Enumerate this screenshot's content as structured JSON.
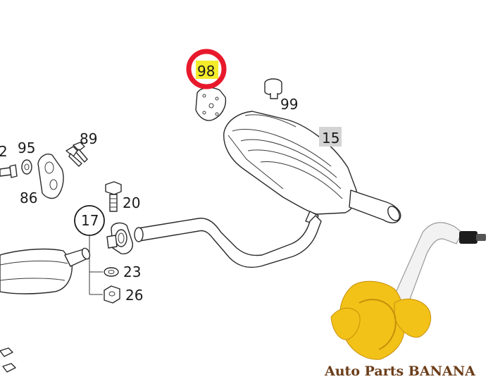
{
  "callouts": {
    "c98": "98",
    "c99": "99",
    "c15": "15",
    "c95": "95",
    "c89": "89",
    "c2": "2",
    "c86": "86",
    "c20": "20",
    "c17": "17",
    "c23": "23",
    "c26": "26"
  },
  "highlight": {
    "ring_color": "#e8192c",
    "marker_color": "#f4ec2a"
  },
  "badge_15": {
    "bg": "#d4d4d4"
  },
  "watermark": {
    "text": "Auto Parts BANANA",
    "text_color": "#6b3d1a",
    "banana_color": "#f2c218",
    "link_color": "#f2f2f2"
  }
}
